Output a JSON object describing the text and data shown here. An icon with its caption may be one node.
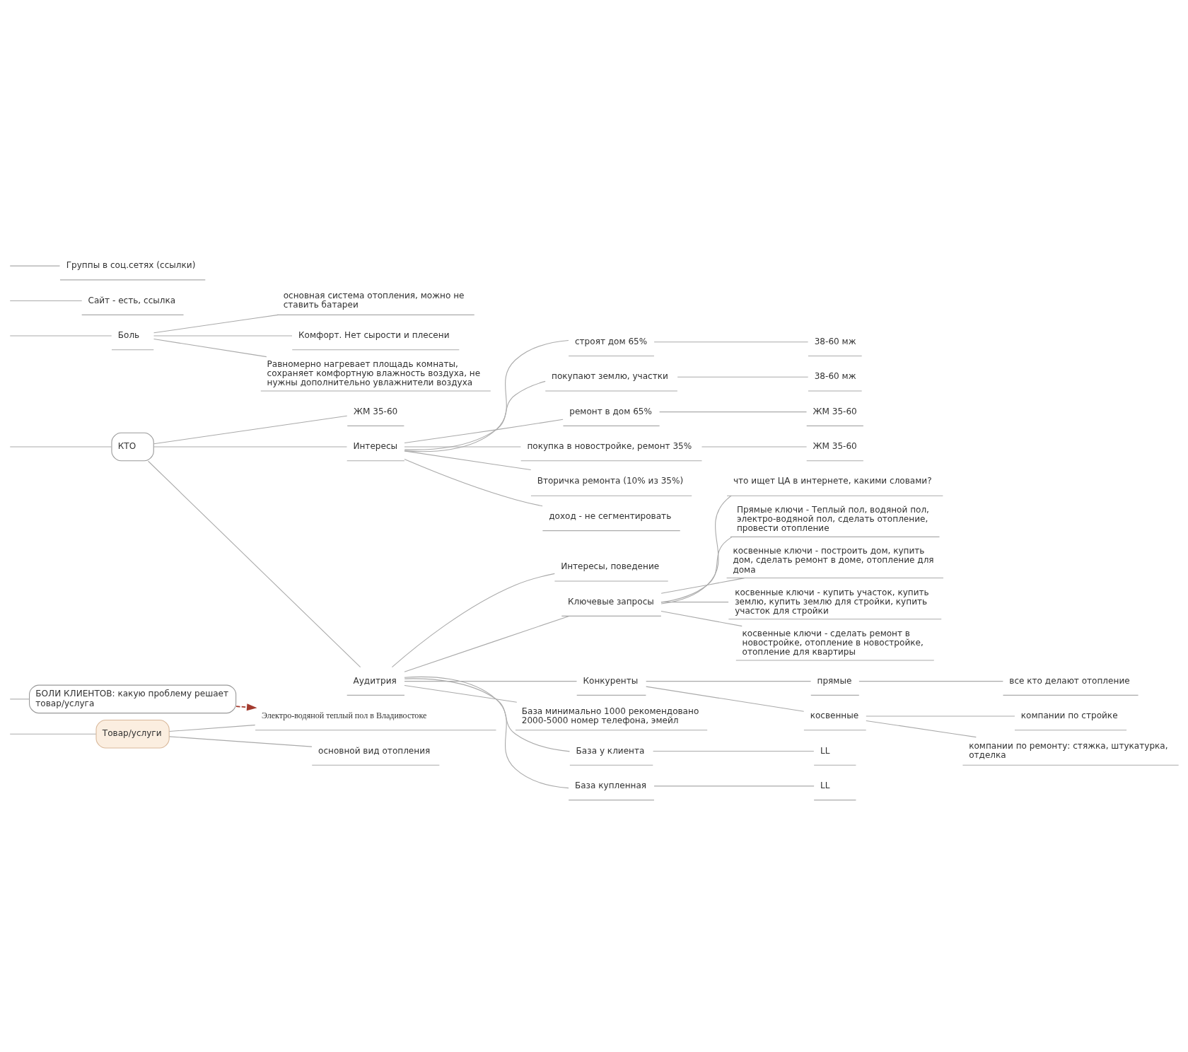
{
  "diagram": {
    "nodes": [
      {
        "text": [
          "Товар/услуги"
        ]
      },
      {
        "text": [
          "Электро-водяной теплый пол в Владивостоке"
        ]
      },
      {
        "text": [
          "основной вид отопления"
        ]
      },
      {
        "text": [
          "КТО"
        ]
      },
      {
        "text": [
          "ЖМ 35-60"
        ]
      },
      {
        "text": [
          "Интересы"
        ]
      },
      {
        "text": [
          "строят дом 65%"
        ]
      },
      {
        "text": [
          "38-60 мж"
        ]
      },
      {
        "text": [
          "покупают землю, участки"
        ]
      },
      {
        "text": [
          "38-60 мж"
        ]
      },
      {
        "text": [
          "ремонт в дом 65%"
        ]
      },
      {
        "text": [
          "ЖМ 35-60"
        ]
      },
      {
        "text": [
          "покупка в новостройке, ремонт 35%"
        ]
      },
      {
        "text": [
          "ЖМ 35-60"
        ]
      },
      {
        "text": [
          "Вторичка ремонта (10% из 35%)"
        ]
      },
      {
        "text": [
          "доход - не сегментировать"
        ]
      },
      {
        "text": [
          "Аудитрия"
        ]
      },
      {
        "text": [
          "Интересы, поведение"
        ]
      },
      {
        "text": [
          "Ключевые запросы"
        ]
      },
      {
        "text": [
          "что ищет ЦА в интернете, какими словами?"
        ]
      },
      {
        "text": [
          "Прямые ключи - Теплый пол, водяной пол, электро-водяной пол, сделать отопление, провести отопление"
        ]
      },
      {
        "text": [
          "косвенные ключи - построить дом, купить дом, сделать ремонт в доме, отопление для дома"
        ]
      },
      {
        "text": [
          "косвенные ключи - купить участок, купить землю, купить землю для стройки, купить участок для стройки"
        ]
      },
      {
        "text": [
          "косвенные ключи - сделать ремонт в новостройке, отопление в новостройке, отопление для квартиры"
        ]
      },
      {
        "text": [
          "Конкуренты"
        ]
      },
      {
        "text": [
          "прямые"
        ]
      },
      {
        "text": [
          "все кто делают отопление"
        ]
      },
      {
        "text": [
          "косвенные"
        ]
      },
      {
        "text": [
          "компании по стройке"
        ]
      },
      {
        "text": [
          "компании по ремонту: стяжка, штукатурка, отделка"
        ]
      },
      {
        "text": [
          "База минимально 1000 рекомендовано 2000-5000 номер телефона, эмейл"
        ]
      },
      {
        "text": [
          "База у клиента"
        ]
      },
      {
        "text": [
          "LL"
        ]
      },
      {
        "text": [
          "База купленная"
        ]
      },
      {
        "text": [
          "LL"
        ]
      },
      {
        "text": [
          "БОЛИ КЛИЕНТОВ: какую проблему решает товар/услуга"
        ]
      },
      {
        "text": [
          "Боль"
        ]
      },
      {
        "text": [
          "основная система отопления, можно не ставить батареи"
        ]
      },
      {
        "text": [
          "Комфорт. Нет сырости и плесени"
        ]
      },
      {
        "text": [
          "Равномерно нагревает площадь комнаты, сохраняет комфортную влажность воздуха, не нужны дополнительно увлажнители воздуха"
        ]
      },
      {
        "text": [
          "Сайт - есть, ссылка"
        ]
      },
      {
        "text": [
          "Группы в соц.сетях (ссылки)"
        ]
      }
    ],
    "edges": [
      {
        "from": null,
        "to": 0,
        "arrow": "none"
      },
      {
        "from": 0,
        "to": 1,
        "arrow": "none"
      },
      {
        "from": 0,
        "to": 2,
        "arrow": "none"
      },
      {
        "from": null,
        "to": 3,
        "arrow": "none"
      },
      {
        "from": 3,
        "to": 4,
        "arrow": "none"
      },
      {
        "from": 3,
        "to": 5,
        "arrow": "none"
      },
      {
        "from": 5,
        "to": 6,
        "arrow": "none"
      },
      {
        "from": 6,
        "to": 7,
        "arrow": "none"
      },
      {
        "from": 5,
        "to": 8,
        "arrow": "none"
      },
      {
        "from": 8,
        "to": 9,
        "arrow": "none"
      },
      {
        "from": 5,
        "to": 10,
        "arrow": "none"
      },
      {
        "from": 10,
        "to": 11,
        "arrow": "none"
      },
      {
        "from": 5,
        "to": 12,
        "arrow": "none"
      },
      {
        "from": 12,
        "to": 13,
        "arrow": "none"
      },
      {
        "from": 5,
        "to": 14,
        "arrow": "none"
      },
      {
        "from": 5,
        "to": 15,
        "arrow": "none"
      },
      {
        "from": 3,
        "to": 16,
        "arrow": "none"
      },
      {
        "from": 16,
        "to": 17,
        "arrow": "none"
      },
      {
        "from": 16,
        "to": 18,
        "arrow": "none"
      },
      {
        "from": 18,
        "to": 19,
        "arrow": "none"
      },
      {
        "from": 18,
        "to": 20,
        "arrow": "none"
      },
      {
        "from": 18,
        "to": 21,
        "arrow": "none"
      },
      {
        "from": 18,
        "to": 22,
        "arrow": "none"
      },
      {
        "from": 18,
        "to": 23,
        "arrow": "none"
      },
      {
        "from": 16,
        "to": 24,
        "arrow": "none"
      },
      {
        "from": 24,
        "to": 25,
        "arrow": "none"
      },
      {
        "from": 25,
        "to": 26,
        "arrow": "none"
      },
      {
        "from": 24,
        "to": 27,
        "arrow": "none"
      },
      {
        "from": 27,
        "to": 28,
        "arrow": "none"
      },
      {
        "from": 27,
        "to": 29,
        "arrow": "none"
      },
      {
        "from": 16,
        "to": 30,
        "arrow": "none"
      },
      {
        "from": 16,
        "to": 31,
        "arrow": "none"
      },
      {
        "from": 31,
        "to": 32,
        "arrow": "none"
      },
      {
        "from": 16,
        "to": 33,
        "arrow": "none"
      },
      {
        "from": 33,
        "to": 34,
        "arrow": "none"
      },
      {
        "from": null,
        "to": 35,
        "arrow": "none"
      },
      {
        "from": 35,
        "to": 1,
        "arrow": "to",
        "style": "dashed",
        "color": "#a33a2e"
      },
      {
        "from": null,
        "to": 36,
        "arrow": "none"
      },
      {
        "from": 36,
        "to": 37,
        "arrow": "none"
      },
      {
        "from": 36,
        "to": 38,
        "arrow": "none"
      },
      {
        "from": 36,
        "to": 39,
        "arrow": "none"
      },
      {
        "from": null,
        "to": 40,
        "arrow": "none"
      },
      {
        "from": null,
        "to": 41,
        "arrow": "none"
      }
    ]
  }
}
